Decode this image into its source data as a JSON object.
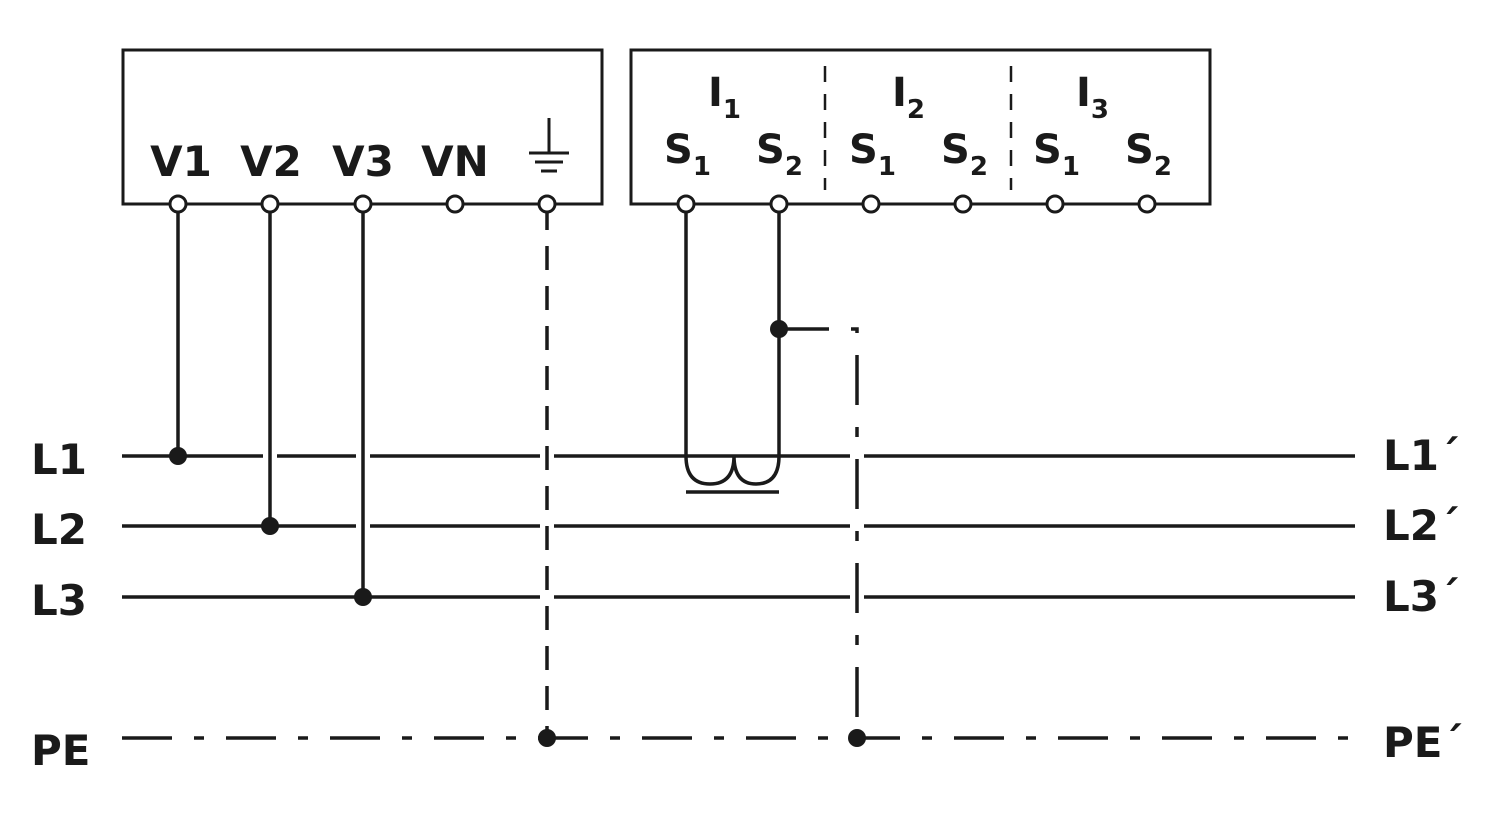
{
  "voltage_block": {
    "terminals": [
      "V1",
      "V2",
      "V3",
      "VN"
    ],
    "ground_icon": "earth-ground-icon"
  },
  "current_block": {
    "groups": [
      {
        "label": "I",
        "sub": "1"
      },
      {
        "label": "I",
        "sub": "2"
      },
      {
        "label": "I",
        "sub": "3"
      }
    ],
    "terminal_letter": "S",
    "terminal_subs": [
      "1",
      "2"
    ]
  },
  "lines_in": [
    "L1",
    "L2",
    "L3",
    "PE"
  ],
  "lines_out": [
    "L1´",
    "L2´",
    "L3´",
    "PE´"
  ]
}
